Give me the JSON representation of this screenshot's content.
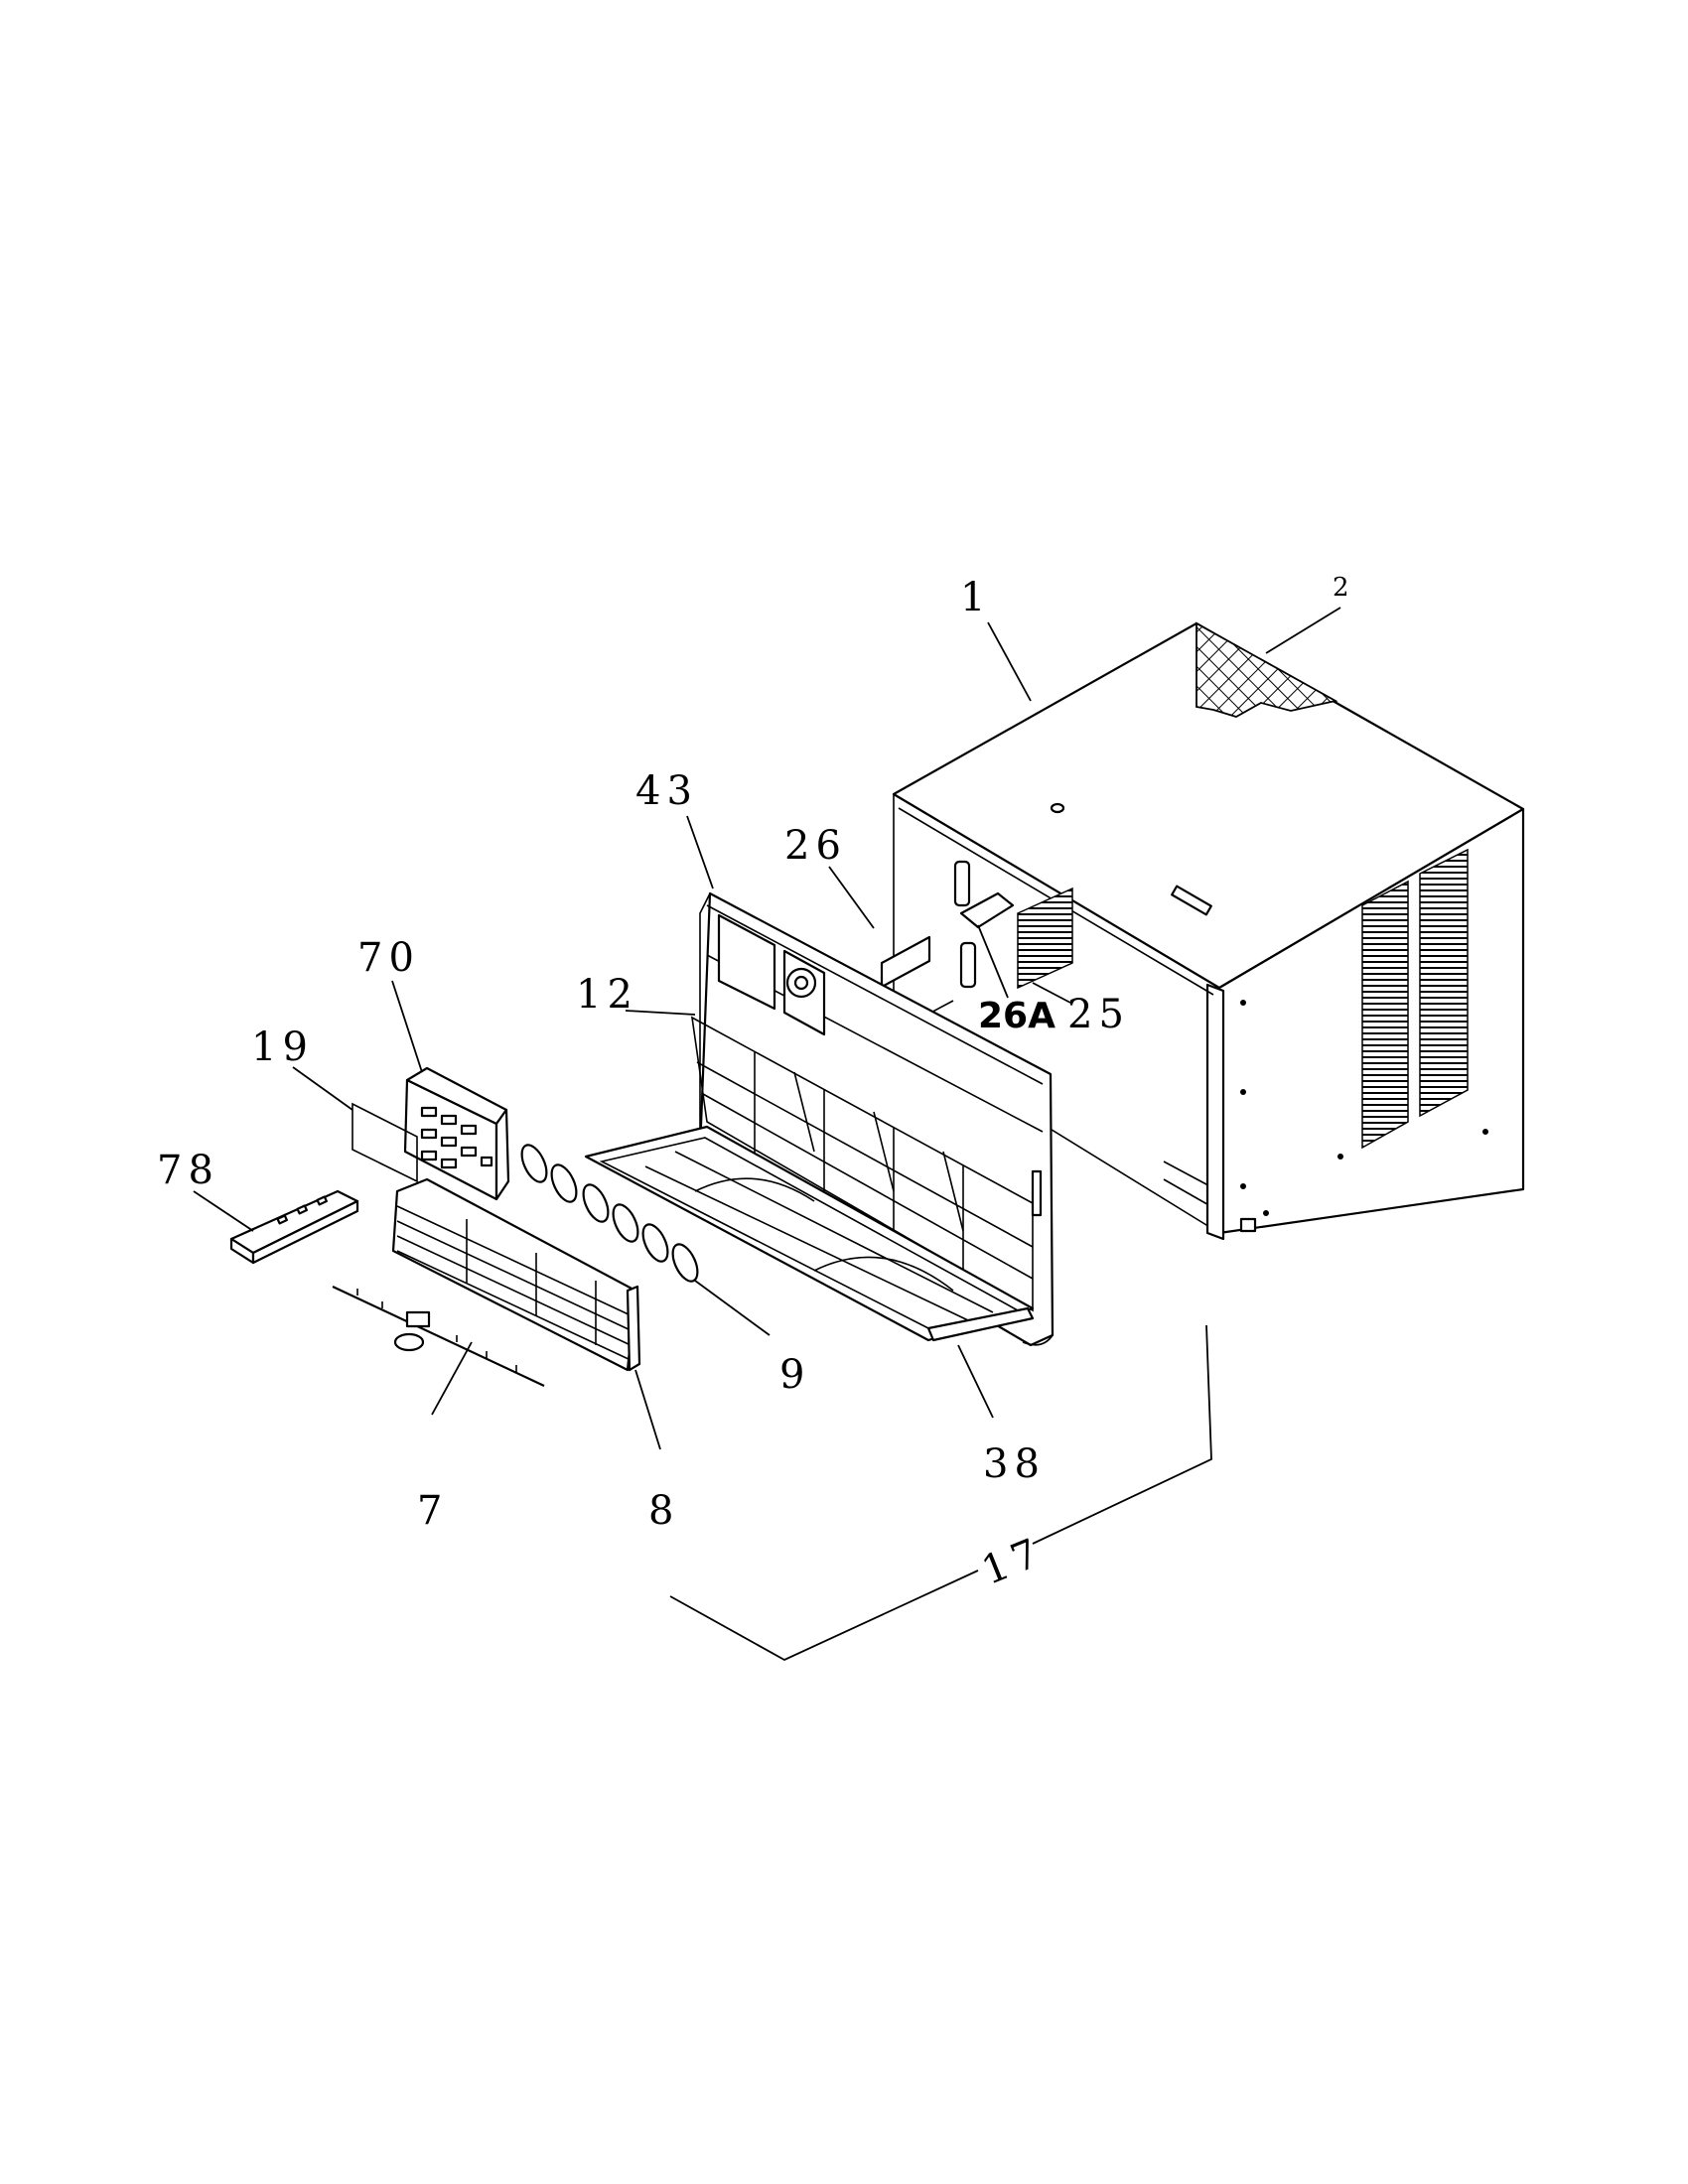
{
  "callouts": {
    "c1": "1",
    "c2": "2",
    "c43": "43",
    "c26": "26",
    "c70": "70",
    "c12": "12",
    "c26a": "26A",
    "c25": "25",
    "c19": "19",
    "c78": "78",
    "c9": "9",
    "c38": "38",
    "c7": "7",
    "c8": "8",
    "c17": "17"
  }
}
